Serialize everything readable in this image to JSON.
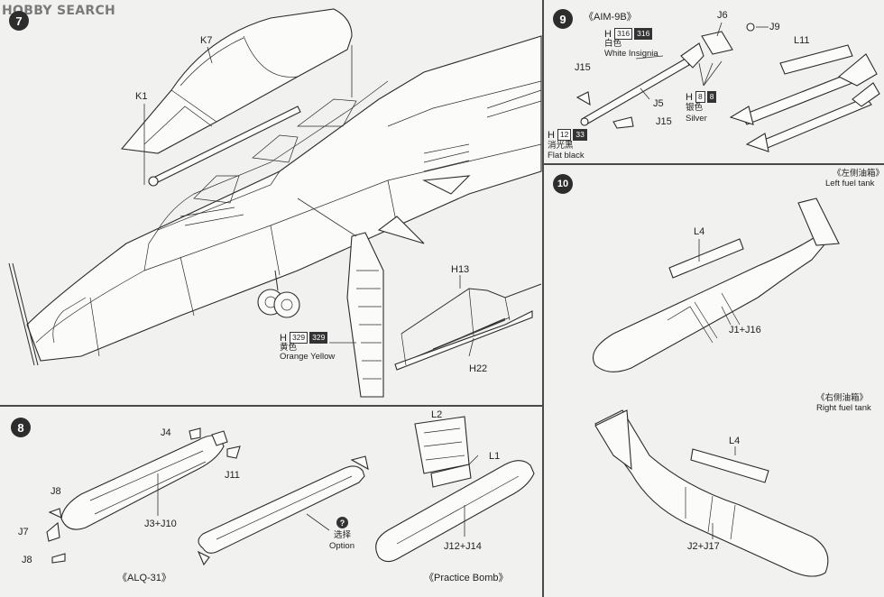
{
  "watermark": "HOBBY SEARCH",
  "step7": {
    "number": "7",
    "parts": {
      "k7": "K7",
      "k1": "K1",
      "h13": "H13",
      "h22": "H22"
    },
    "paint": {
      "prefix": "H",
      "code_a": "329",
      "code_b": "329",
      "zh": "黄色",
      "en": "Orange Yellow"
    }
  },
  "step8": {
    "number": "8",
    "parts": {
      "j4": "J4",
      "j11": "J11",
      "j8a": "J8",
      "j7": "J7",
      "j8b": "J8",
      "j3j10": "J3+J10",
      "l2": "L2",
      "l1": "L1",
      "j12j14": "J12+J14"
    },
    "option": {
      "symbol": "?",
      "zh": "选择",
      "en": "Option"
    },
    "captions": {
      "alq": "《ALQ-31》",
      "practice": "《Practice Bomb》"
    }
  },
  "step9": {
    "number": "9",
    "title": "《AIM-9B》",
    "parts": {
      "j6": "J6",
      "j9": "J9",
      "l11": "L11",
      "j15a": "J15",
      "j5": "J5",
      "j15b": "J15"
    },
    "paint_white": {
      "prefix": "H",
      "code_a": "316",
      "code_b": "316",
      "zh": "白色",
      "en": "White Insignia"
    },
    "paint_silver": {
      "prefix": "H",
      "code_a": "8",
      "code_b": "8",
      "zh": "银色",
      "en": "Silver"
    },
    "paint_black": {
      "prefix": "H",
      "code_a": "12",
      "code_b": "33",
      "zh": "消光黑",
      "en": "Flat black"
    }
  },
  "step10": {
    "number": "10",
    "left_tank": {
      "zh": "《左侧油箱》",
      "en": "Left fuel tank",
      "l4": "L4",
      "part": "J1+J16"
    },
    "right_tank": {
      "zh": "《右侧油箱》",
      "en": "Right fuel tank",
      "l4": "L4",
      "part": "J2+J17"
    }
  },
  "colors": {
    "line": "#2b2b2b",
    "paper": "#f1f1ef",
    "step_badge": "#2d2d2d"
  }
}
